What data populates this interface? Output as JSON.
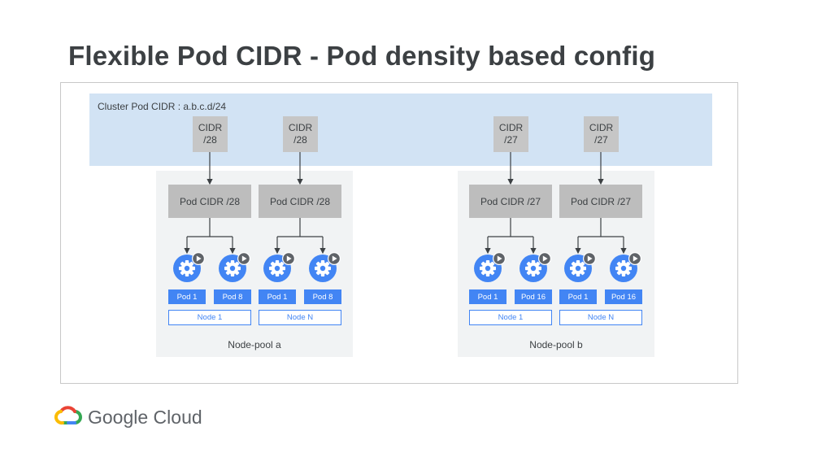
{
  "title": "Flexible Pod CIDR - Pod density based config",
  "cluster_label": "Cluster Pod CIDR : a.b.c.d/24",
  "pools": [
    {
      "label": "Node-pool a",
      "nodes": [
        {
          "cidr_top": [
            "CIDR",
            "/28"
          ],
          "pod_cidr": "Pod CIDR /28",
          "pods": [
            "Pod 1",
            "Pod 8"
          ],
          "node": "Node 1"
        },
        {
          "cidr_top": [
            "CIDR",
            "/28"
          ],
          "pod_cidr": "Pod CIDR /28",
          "pods": [
            "Pod 1",
            "Pod 8"
          ],
          "node": "Node N"
        }
      ]
    },
    {
      "label": "Node-pool b",
      "nodes": [
        {
          "cidr_top": [
            "CIDR",
            "/27"
          ],
          "pod_cidr": "Pod CIDR /27",
          "pods": [
            "Pod 1",
            "Pod 16"
          ],
          "node": "Node 1"
        },
        {
          "cidr_top": [
            "CIDR",
            "/27"
          ],
          "pod_cidr": "Pod CIDR /27",
          "pods": [
            "Pod 1",
            "Pod 16"
          ],
          "node": "Node N"
        }
      ]
    }
  ],
  "brand": "Google Cloud",
  "colors": {
    "band": "#d2e3f4",
    "pod_blue": "#4285f4",
    "gray_box": "#bdbdbd",
    "pool_bg": "#f1f3f4"
  },
  "icons": {
    "pod": "kubernetes-pod-gear-icon",
    "badge": "play-badge-icon",
    "logo": "google-cloud-logo-icon"
  }
}
